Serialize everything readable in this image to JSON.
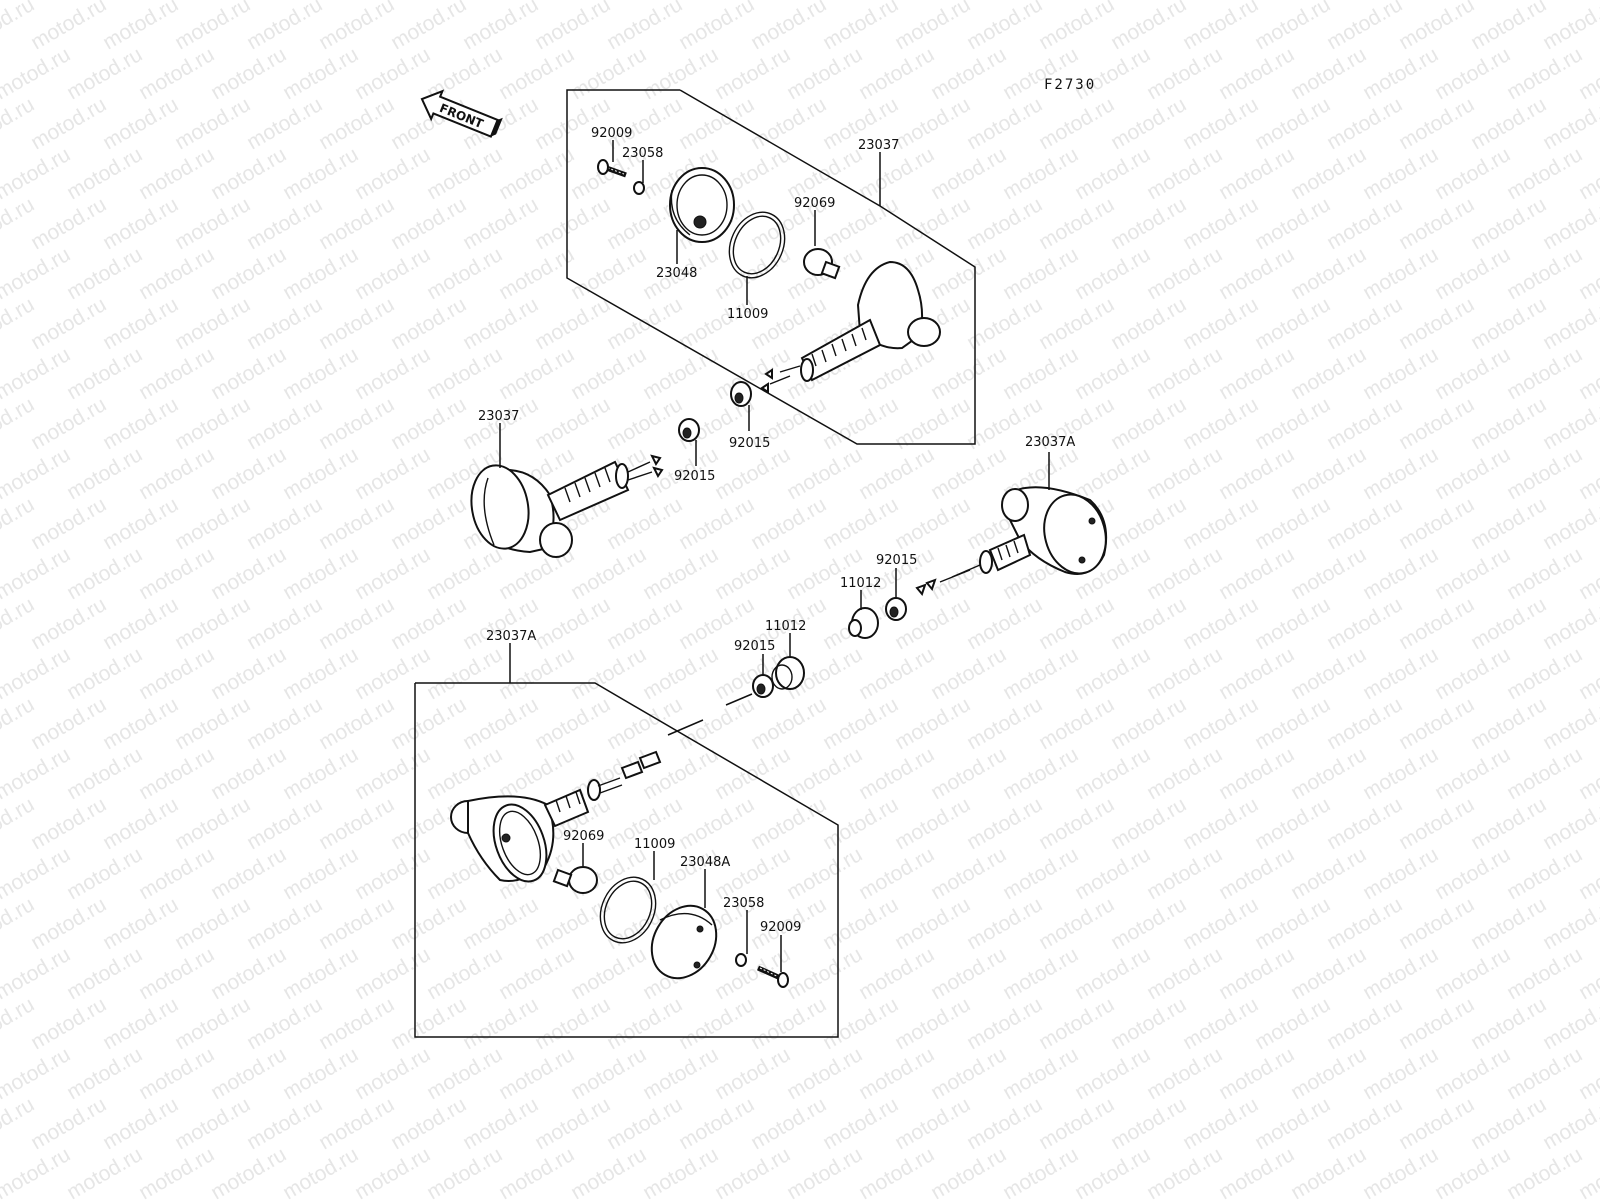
{
  "figure_code": "F2730",
  "watermark_text": "motod.ru",
  "front_label": "FRONT",
  "labels": {
    "p92009_top": "92009",
    "p23058_top": "23058",
    "p23037_top": "23037",
    "p92069_top": "92069",
    "p23048": "23048",
    "p11009_top": "11009",
    "p23037_left": "23037",
    "p92015_a": "92015",
    "p92015_b": "92015",
    "p23037A_right": "23037A",
    "p92015_c": "92015",
    "p11012_a": "11012",
    "p11012_b": "11012",
    "p92015_d": "92015",
    "p23037A_bottom": "23037A",
    "p92069_bottom": "92069",
    "p11009_bottom": "11009",
    "p23048A": "23048A",
    "p23058_bottom": "23058",
    "p92009_bottom": "92009"
  },
  "colors": {
    "ink": "#111111",
    "watermark": "#e6e6e6",
    "background": "#ffffff"
  }
}
